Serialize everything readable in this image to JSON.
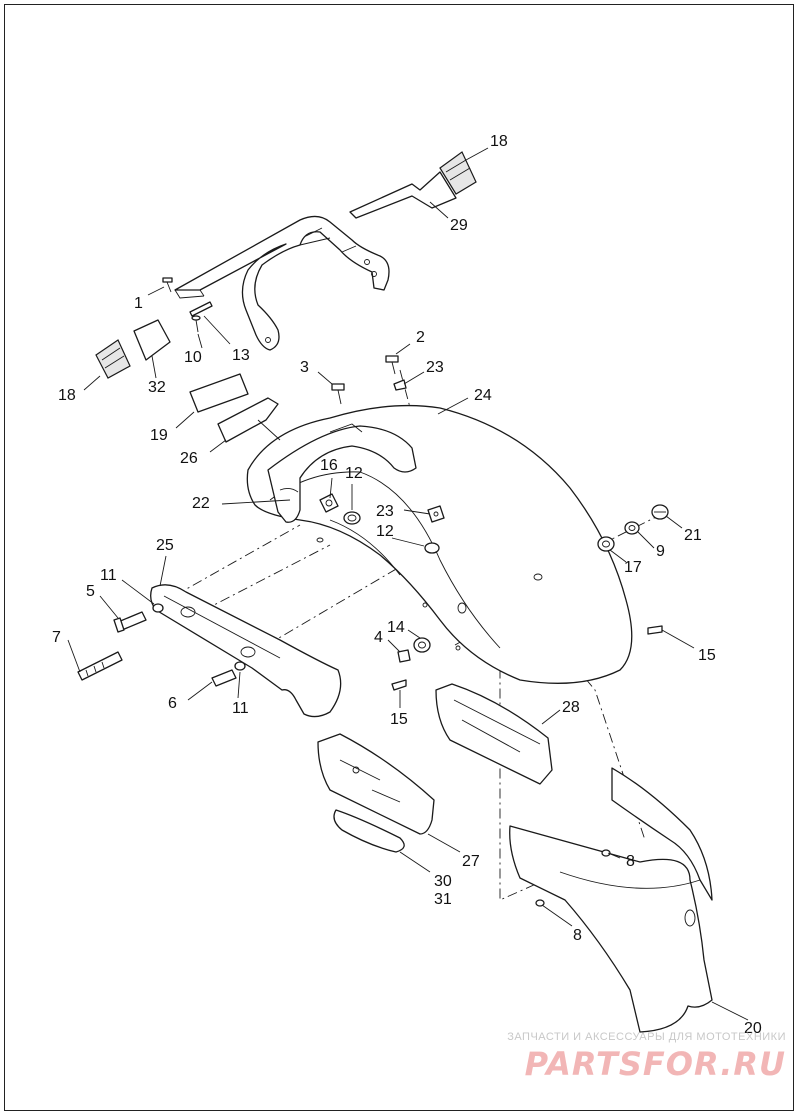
{
  "callouts": {
    "c1": "1",
    "c2": "2",
    "c3": "3",
    "c4": "4",
    "c5": "5",
    "c6": "6",
    "c7": "7",
    "c8a": "8",
    "c8b": "8",
    "c9": "9",
    "c10": "10",
    "c11a": "11",
    "c11b": "11",
    "c12a": "12",
    "c12b": "12",
    "c13": "13",
    "c14": "14",
    "c15a": "15",
    "c15b": "15",
    "c16": "16",
    "c17": "17",
    "c18a": "18",
    "c18b": "18",
    "c19": "19",
    "c20": "20",
    "c21": "21",
    "c22": "22",
    "c23a": "23",
    "c23b": "23",
    "c24": "24",
    "c25": "25",
    "c26": "26",
    "c27": "27",
    "c28": "28",
    "c29": "29",
    "c30": "30",
    "c31": "31",
    "c32": "32"
  },
  "watermark": {
    "caption": "ЗАПЧАСТИ И АКСЕССУАРЫ ДЛЯ МОТОТЕХНИКИ",
    "logo": "PARTSFOR.RU"
  },
  "colors": {
    "line": "#1a1a1a",
    "watermark_logo": "#f2b6b6",
    "watermark_caption": "#c8c8c8"
  }
}
